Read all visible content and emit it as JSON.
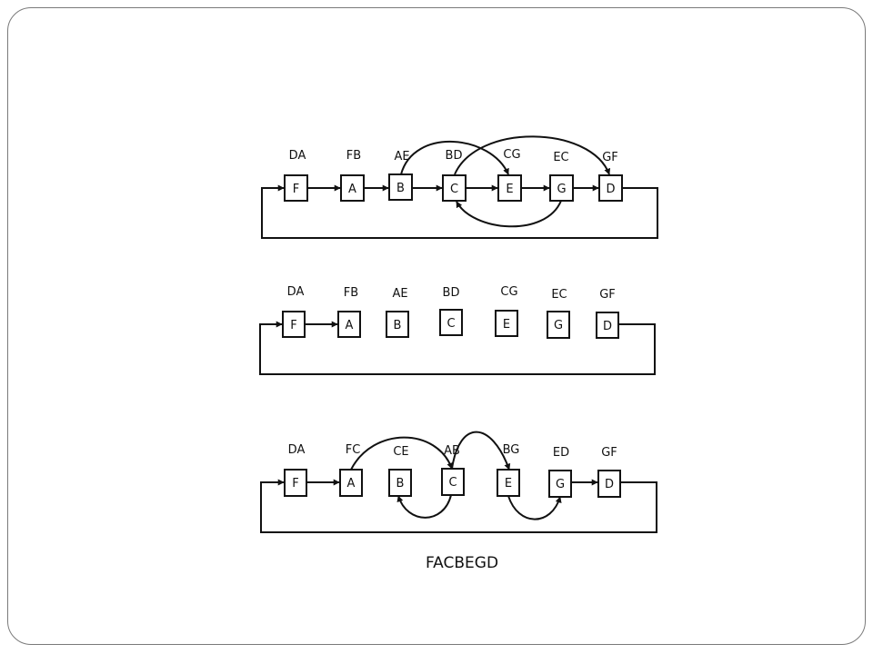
{
  "rows": [
    {
      "nodes": [
        "F",
        "A",
        "B",
        "C",
        "E",
        "G",
        "D"
      ],
      "pairs": [
        "DA",
        "FB",
        "AE",
        "BD",
        "CG",
        "EC",
        "GF"
      ]
    },
    {
      "nodes": [
        "F",
        "A",
        "B",
        "C",
        "E",
        "G",
        "D"
      ],
      "pairs": [
        "DA",
        "FB",
        "AE",
        "BD",
        "CG",
        "EC",
        "GF"
      ]
    },
    {
      "nodes": [
        "F",
        "A",
        "B",
        "C",
        "E",
        "G",
        "D"
      ],
      "pairs": [
        "DA",
        "FC",
        "CE",
        "AB",
        "BG",
        "ED",
        "GF"
      ]
    }
  ],
  "result": "FACBEGD"
}
